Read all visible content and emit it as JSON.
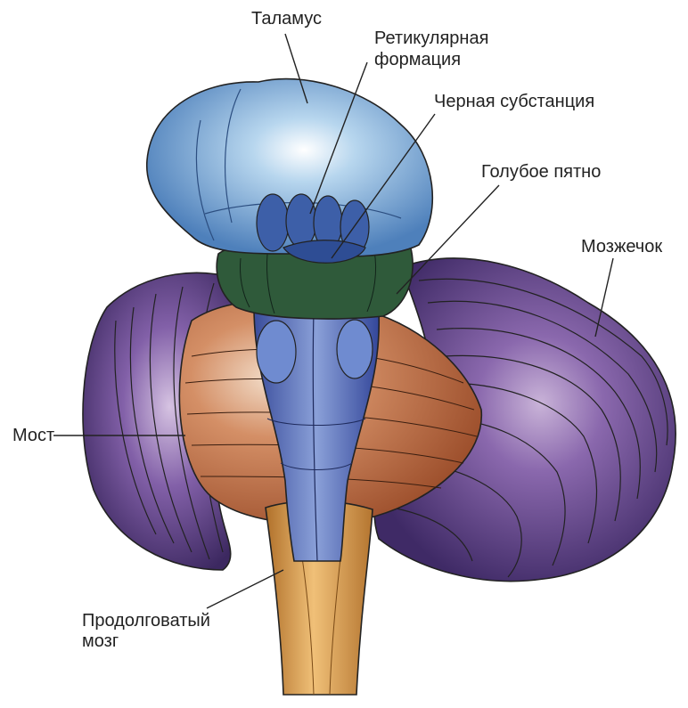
{
  "labels": {
    "thalamus": "Таламус",
    "reticular_1": "Ретикулярная",
    "reticular_2": "формация",
    "substantia_nigra": "Черная субстанция",
    "locus_coeruleus": "Голубое пятно",
    "cerebellum": "Мозжечок",
    "pons": "Мост",
    "medulla_1": "Продолговатый",
    "medulla_2": "мозг"
  },
  "colors": {
    "thalamus": "#7fb2dc",
    "reticular_formation": "#3d5fa8",
    "substantia_nigra": "#2f5a3a",
    "cerebellum": "#5a3d82",
    "pons": "#c8774e",
    "medulla": "#d79a48",
    "line": "#222222"
  }
}
